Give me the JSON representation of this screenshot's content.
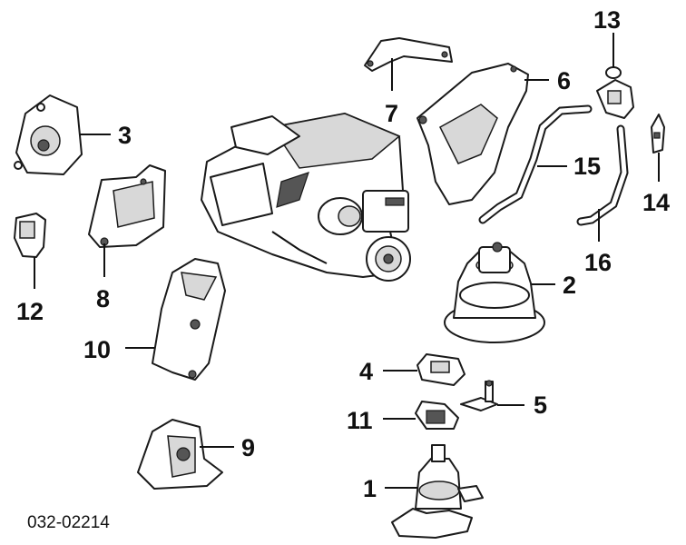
{
  "diagram_code": "032-02214",
  "callouts": {
    "p1": "1",
    "p2": "2",
    "p3": "3",
    "p4": "4",
    "p5": "5",
    "p6": "6",
    "p7": "7",
    "p8": "8",
    "p9": "9",
    "p10": "10",
    "p11": "11",
    "p12": "12",
    "p13": "13",
    "p14": "14",
    "p15": "15",
    "p16": "16"
  }
}
